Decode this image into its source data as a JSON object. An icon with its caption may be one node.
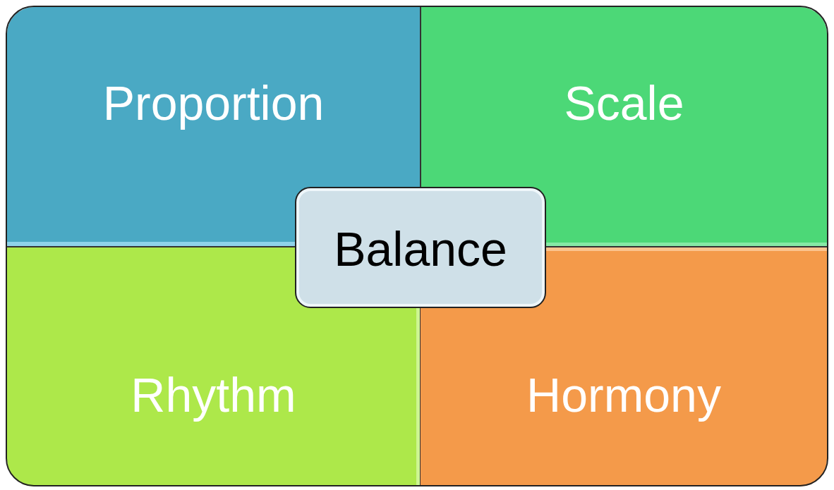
{
  "diagram": {
    "nodes": [
      {
        "text": [
          "Proportion"
        ]
      },
      {
        "text": [
          "Scale"
        ]
      },
      {
        "text": [
          "Balance"
        ]
      },
      {
        "text": [
          "Rhythm"
        ]
      },
      {
        "text": [
          "Hormony"
        ]
      }
    ]
  }
}
